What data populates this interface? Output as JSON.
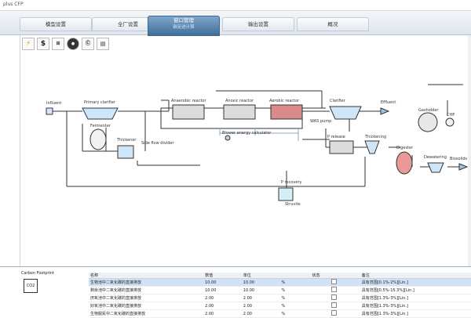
{
  "app": {
    "title": "plus CFP"
  },
  "tabs": [
    {
      "label": "模型设置"
    },
    {
      "label": "全厂设置"
    },
    {
      "label": "窗口管理",
      "sub": "碳足迹计算"
    },
    {
      "label": "输出设置"
    },
    {
      "label": "概况"
    }
  ],
  "toolbar": {
    "icons": [
      "lightning-icon",
      "dollar-icon",
      "unit-icon",
      "record-icon",
      "footprint-icon",
      "report-icon"
    ]
  },
  "diagram": {
    "labels": {
      "influent": "Influent",
      "primary_clarifier": "Primary clarifier",
      "fermenter": "Fermenter",
      "thickener": "Thickener",
      "side_flow_divider": "Side flow divider",
      "anaerobic_reactor": "Anaerobic reactor",
      "anoxic_reactor": "Anoxic reactor",
      "aerobic_reactor": "Aerobic reactor",
      "clarifier": "Clarifier",
      "effluent": "Effluent",
      "was_pump": "WAS pump",
      "blower_energy": "Blower energy calculator",
      "p_release": "P release",
      "thickening": "Thickening",
      "digester": "Digester",
      "dewatering": "Dewatering",
      "biosolids": "Biosolids",
      "gasholder": "Gasholder",
      "chp": "CHP",
      "p_recovery": "P recovery",
      "struvite": "Struvite"
    }
  },
  "footprint": {
    "label": "Carbon Footprint",
    "icon_text": "CO2"
  },
  "table": {
    "headers": [
      "名称",
      "数值",
      "单位",
      "",
      "状态",
      "",
      "备注"
    ],
    "rows": [
      {
        "name": "生物池中二氧化碳的直接排放",
        "v1": "10.00",
        "v2": "10.00",
        "unit": "%",
        "note": "具有范围[0.1%-2%][Lin.]"
      },
      {
        "name": "剩余池中二氧化碳的直接排放",
        "v1": "10.00",
        "v2": "10.00",
        "unit": "%",
        "note": "具有范围[0.5%-15.3%][Lin.]"
      },
      {
        "name": "厌氧池中二氧化碳的直接排放",
        "v1": "2.00",
        "v2": "2.00",
        "unit": "%",
        "note": "具有范围[1.3%-3%][Lin.]"
      },
      {
        "name": "好氧池中二氧化碳的直接排放",
        "v1": "2.00",
        "v2": "2.00",
        "unit": "%",
        "note": "具有范围[1.3%-3%][Lin.]"
      },
      {
        "name": "生物脱氮中二氧化碳的直接排放",
        "v1": "2.00",
        "v2": "2.00",
        "unit": "%",
        "note": "具有范围[1.3%-3%][Lin.]"
      }
    ]
  }
}
